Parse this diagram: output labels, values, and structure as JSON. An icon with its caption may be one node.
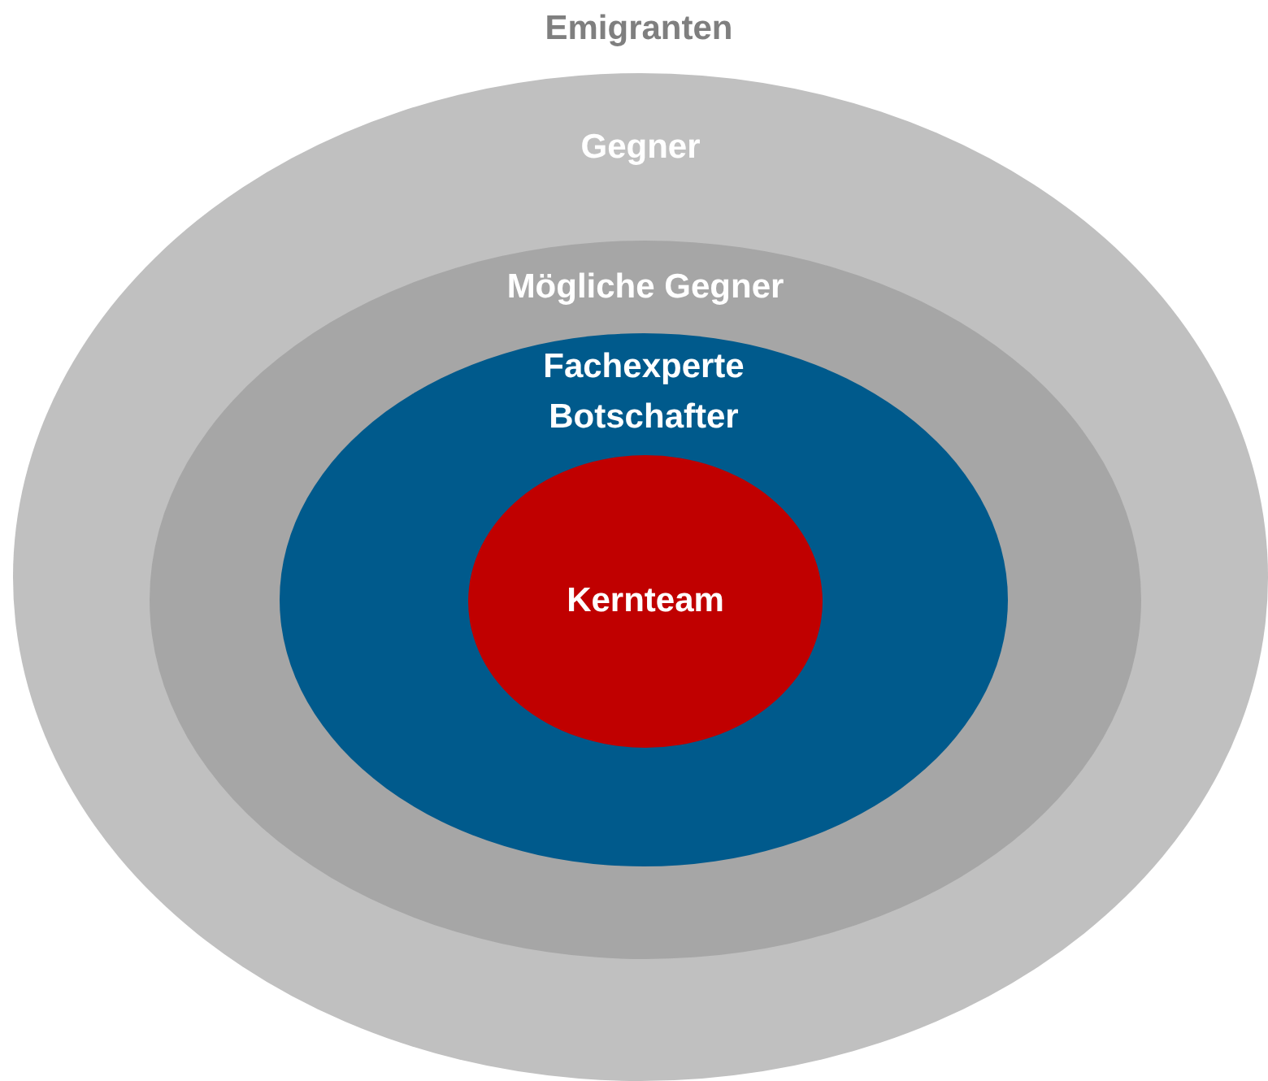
{
  "diagram": {
    "nodes": [
      {
        "text": [
          "Gegner"
        ]
      },
      {
        "text": [
          "Mögliche Gegner"
        ],
        "in": 0
      },
      {
        "text": [
          "Fachexperte Botschafter"
        ],
        "in": 1
      },
      {
        "text": [
          "Kernteam"
        ],
        "in": 2
      }
    ],
    "labels": [
      "Emigranten"
    ]
  }
}
